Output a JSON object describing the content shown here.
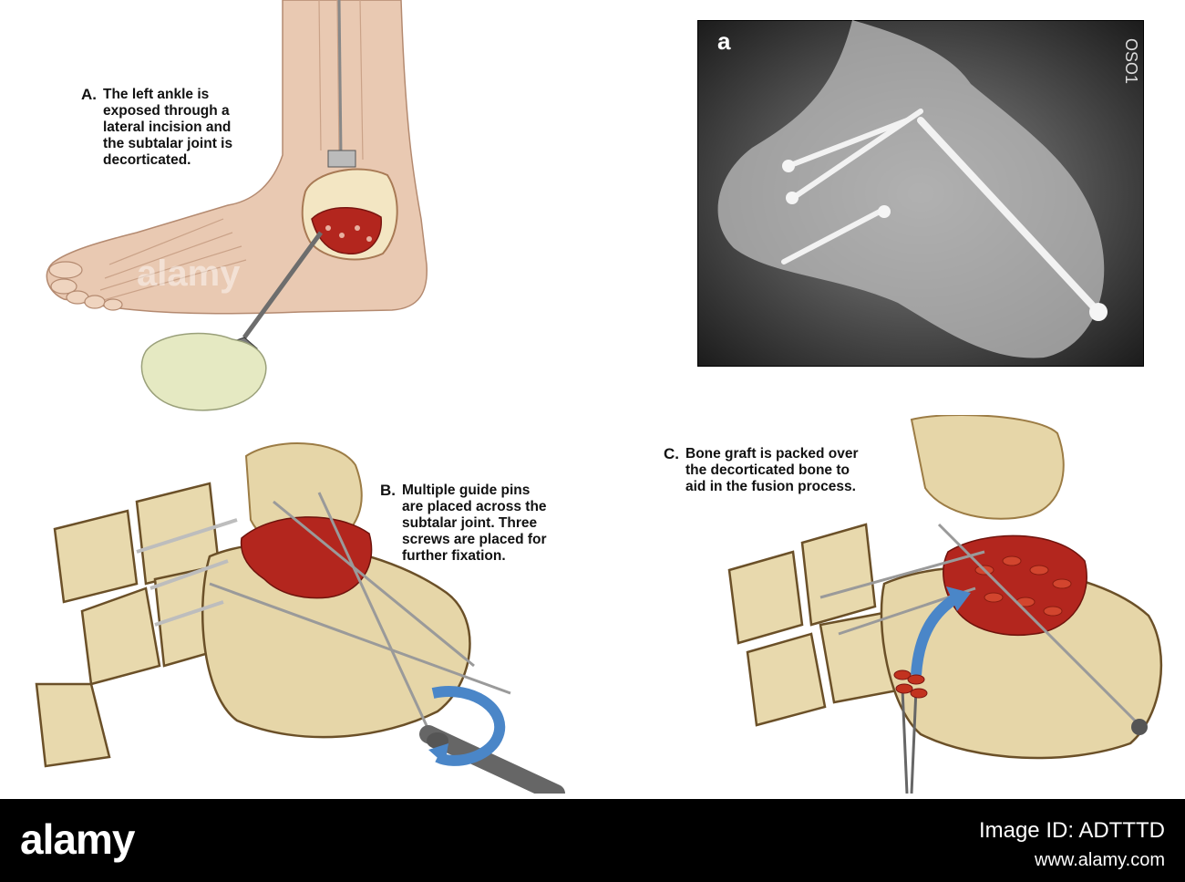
{
  "panels": {
    "a": {
      "letter": "A.",
      "caption": "The left ankle is\nexposed through a\nlateral incision and\nthe subtalar joint is\ndecorticated."
    },
    "b": {
      "letter": "B.",
      "caption": "Multiple guide pins\nare placed across the\nsubtalar joint. Three\nscrews are placed for\nfurther fixation."
    },
    "c": {
      "letter": "C.",
      "caption": "Bone graft is packed over\nthe decorticated bone to\naid in the fusion process."
    },
    "xray": {
      "marker": "a",
      "side_text": "OSO1"
    }
  },
  "watermark": "alamy",
  "footer": {
    "brand": "alamy",
    "image_id": "Image ID: ADTTTD",
    "url": "www.alamy.com"
  },
  "colors": {
    "skin": "#e9c9b2",
    "bone": "#e6d6a8",
    "marrow": "#b3261e",
    "arrow": "#4a86c8",
    "xray_bg": "#2a2a2a",
    "footer_bg": "#000000"
  }
}
